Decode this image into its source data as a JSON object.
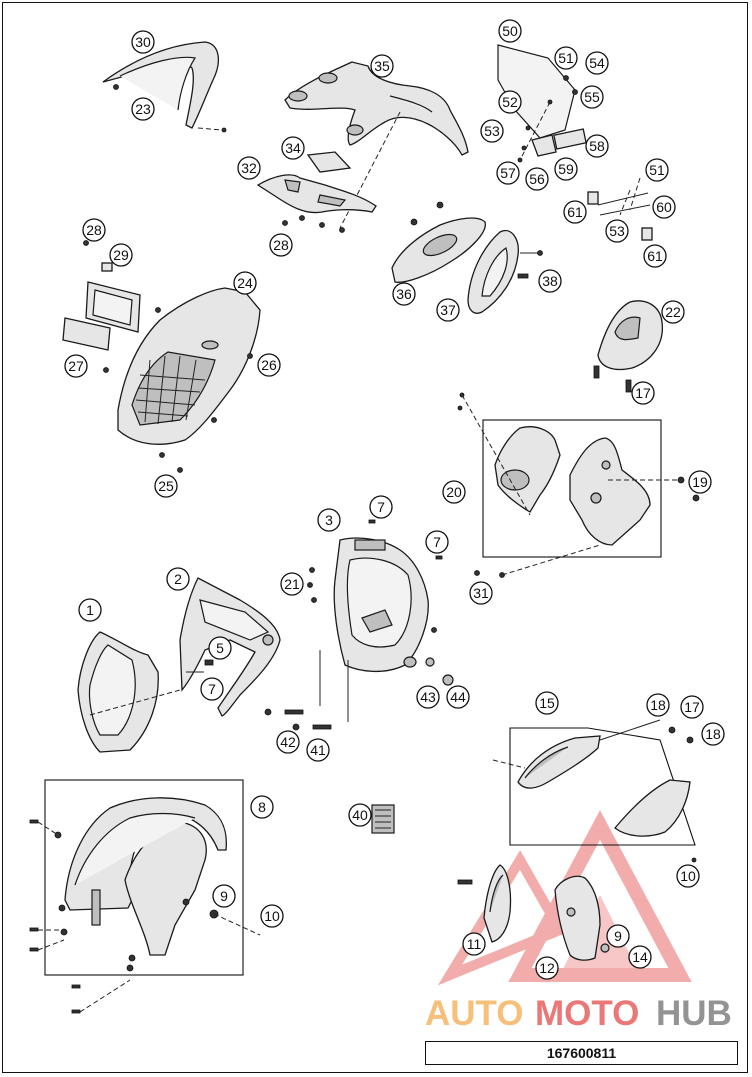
{
  "diagram": {
    "callouts": [
      "1",
      "2",
      "3",
      "5",
      "7",
      "8",
      "9",
      "10",
      "11",
      "12",
      "14",
      "15",
      "17",
      "18",
      "19",
      "20",
      "21",
      "22",
      "23",
      "24",
      "25",
      "26",
      "27",
      "28",
      "29",
      "30",
      "31",
      "32",
      "34",
      "35",
      "36",
      "37",
      "38",
      "40",
      "41",
      "42",
      "43",
      "44",
      "50",
      "51",
      "52",
      "53",
      "54",
      "55",
      "56",
      "57",
      "58",
      "59",
      "60",
      "61"
    ]
  },
  "watermark": {
    "part1": "AUTO",
    "part2": "MOTO",
    "part3": "HUB"
  },
  "drawing_number": "167600811",
  "colors": {
    "line": "#1a1a1a",
    "fill": "#e6e6e6",
    "watermark_red": "#e86a6a",
    "watermark_orange": "#f7b96b",
    "watermark_gray": "#888888"
  }
}
